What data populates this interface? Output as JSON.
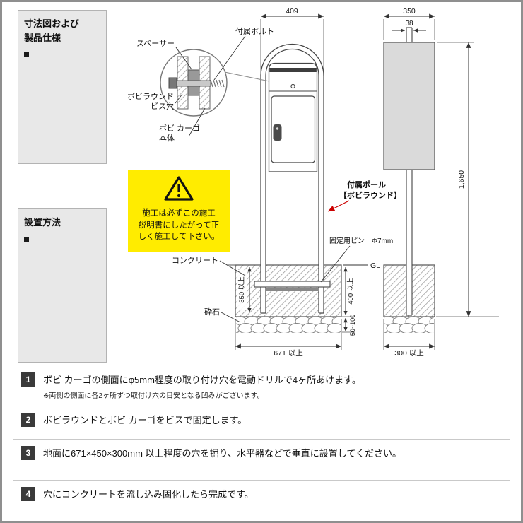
{
  "panels": {
    "spec_l1": "寸法図および",
    "spec_l2": "製品仕様",
    "install": "設置方法"
  },
  "warning": {
    "l1": "施工は必ずこの施工",
    "l2": "説明書にしたがって正",
    "l3": "しく施工して下さい。"
  },
  "detail": {
    "spacer": "スペーサー",
    "bolt": "付属ボルト",
    "hole_l1": "ボビラウンド",
    "hole_l2": "ビス穴",
    "body_l1": "ボビ カーゴ",
    "body_l2": "本体"
  },
  "front": {
    "dim_w": "409",
    "pole_l1": "付属ポール",
    "pole_l2": "【ボビラウンド】",
    "pin": "固定用ピン　Φ7mm",
    "concrete": "コンクリート",
    "gravel": "砕石",
    "gl": "GL",
    "d350": "350 以上",
    "d400": "400 以上",
    "d50": "50~100",
    "d671": "671 以上"
  },
  "side": {
    "dim_w": "350",
    "pole_w": "38",
    "h": "1,650",
    "d300": "300 以上"
  },
  "colors": {
    "accent_red": "#cc0000",
    "warning_yellow": "#ffec00"
  },
  "steps": [
    {
      "num": "1",
      "text": "ボビ カーゴの側面にφ5mm程度の取り付け穴を電動ドリルで4ヶ所あけます。",
      "note": "※両側の側面に各2ヶ所ずつ取付け穴の目安となる凹みがございます。"
    },
    {
      "num": "2",
      "text": "ボビラウンドとボビ カーゴをビスで固定します。"
    },
    {
      "num": "3",
      "text": "地面に671×450×300mm 以上程度の穴を掘り、水平器などで垂直に設置してください。"
    },
    {
      "num": "4",
      "text": "穴にコンクリートを流し込み固化したら完成です。"
    }
  ]
}
